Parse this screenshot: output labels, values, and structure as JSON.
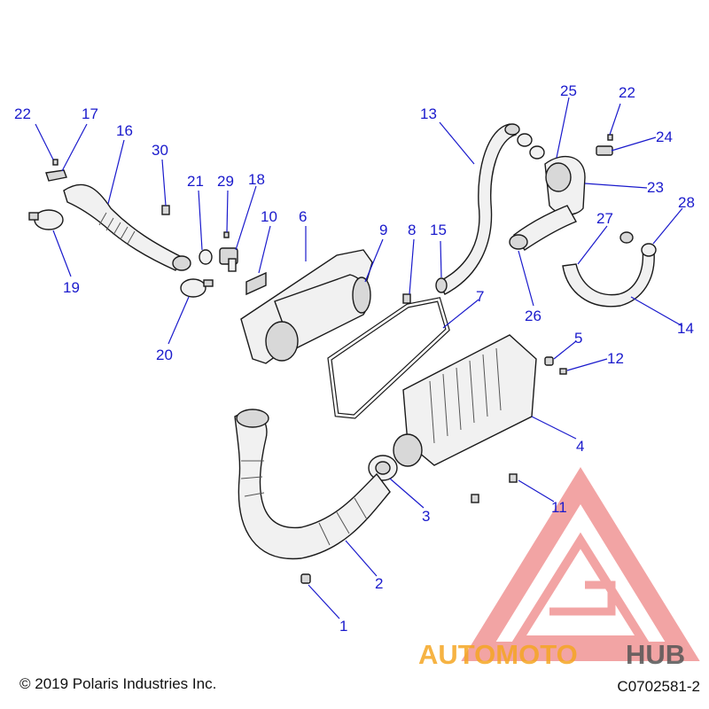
{
  "diagram": {
    "callouts": [
      {
        "id": "c1",
        "label": "1"
      },
      {
        "id": "c2",
        "label": "2"
      },
      {
        "id": "c3",
        "label": "3"
      },
      {
        "id": "c4",
        "label": "4"
      },
      {
        "id": "c5",
        "label": "5"
      },
      {
        "id": "c6",
        "label": "6"
      },
      {
        "id": "c7",
        "label": "7"
      },
      {
        "id": "c8",
        "label": "8"
      },
      {
        "id": "c9",
        "label": "9"
      },
      {
        "id": "c10",
        "label": "10"
      },
      {
        "id": "c11",
        "label": "11"
      },
      {
        "id": "c12",
        "label": "12"
      },
      {
        "id": "c13",
        "label": "13"
      },
      {
        "id": "c14",
        "label": "14"
      },
      {
        "id": "c15",
        "label": "15"
      },
      {
        "id": "c16",
        "label": "16"
      },
      {
        "id": "c17",
        "label": "17"
      },
      {
        "id": "c18",
        "label": "18"
      },
      {
        "id": "c19",
        "label": "19"
      },
      {
        "id": "c20",
        "label": "20"
      },
      {
        "id": "c21",
        "label": "21"
      },
      {
        "id": "c22a",
        "label": "22"
      },
      {
        "id": "c22b",
        "label": "22"
      },
      {
        "id": "c23",
        "label": "23"
      },
      {
        "id": "c24",
        "label": "24"
      },
      {
        "id": "c25",
        "label": "25"
      },
      {
        "id": "c26",
        "label": "26"
      },
      {
        "id": "c27",
        "label": "27"
      },
      {
        "id": "c28",
        "label": "28"
      },
      {
        "id": "c29",
        "label": "29"
      },
      {
        "id": "c30",
        "label": "30"
      }
    ],
    "callout_color": "#1a1acc"
  },
  "footer": {
    "copyright": "© 2019 Polaris Industries Inc.",
    "figure_id": "C0702581-2"
  },
  "watermark": {
    "word_part1": "AUTOMOTO",
    "word_part2": "HUB",
    "color_primary": "#f5a623",
    "color_secondary": "#555555",
    "triangle_color": "#e85a5a"
  }
}
